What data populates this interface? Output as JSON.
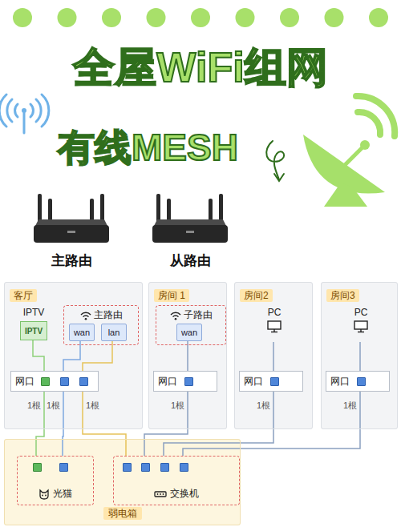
{
  "diagram": {
    "title": "全屋WiFi组网",
    "nodes": [
      {
        "text": [
          "客厅"
        ]
      },
      {
        "text": [
          "IPTV",
          "IPTV"
        ],
        "in": 0
      },
      {
        "text": [
          "主路由"
        ],
        "in": 0
      },
      {
        "text": [
          "wan"
        ],
        "in": 2
      },
      {
        "text": [
          "lan"
        ],
        "in": 2
      },
      {
        "text": [
          "网口"
        ],
        "in": 0
      },
      {
        "text": [
          "房间 1"
        ]
      },
      {
        "text": [
          "子路由"
        ],
        "in": 6
      },
      {
        "text": [
          "wan"
        ],
        "in": 7
      },
      {
        "text": [
          "网口"
        ],
        "in": 6
      },
      {
        "text": [
          "房间2"
        ]
      },
      {
        "text": [
          "PC"
        ],
        "in": 10
      },
      {
        "text": [
          "网口"
        ],
        "in": 10
      },
      {
        "text": [
          "房间3"
        ]
      },
      {
        "text": [
          "PC"
        ],
        "in": 13
      },
      {
        "text": [
          "网口"
        ],
        "in": 13
      },
      {
        "text": [
          "弱电箱"
        ]
      },
      {
        "text": [
          "光猫"
        ],
        "in": 16
      },
      {
        "text": [
          "交换机"
        ],
        "in": 16
      }
    ],
    "edges": [
      {
        "from": 1,
        "to": 5,
        "arrow": "none"
      },
      {
        "from": 3,
        "to": 5,
        "arrow": "none"
      },
      {
        "from": 4,
        "to": 5,
        "arrow": "none"
      },
      {
        "from": 5,
        "to": 17,
        "label": "1根",
        "arrow": "none"
      },
      {
        "from": 5,
        "to": 17,
        "label": "1根",
        "arrow": "none"
      },
      {
        "from": 5,
        "to": 18,
        "label": "1根",
        "arrow": "none"
      },
      {
        "from": 8,
        "to": 9,
        "arrow": "none"
      },
      {
        "from": 9,
        "to": 18,
        "label": "1根",
        "arrow": "none"
      },
      {
        "from": 11,
        "to": 12,
        "arrow": "none"
      },
      {
        "from": 12,
        "to": 18,
        "label": "1根",
        "arrow": "none"
      },
      {
        "from": 14,
        "to": 15,
        "arrow": "none"
      },
      {
        "from": 15,
        "to": 18,
        "label": "1根",
        "arrow": "none"
      }
    ],
    "labels": [
      "有线MESH",
      "主路由",
      "从路由"
    ]
  }
}
